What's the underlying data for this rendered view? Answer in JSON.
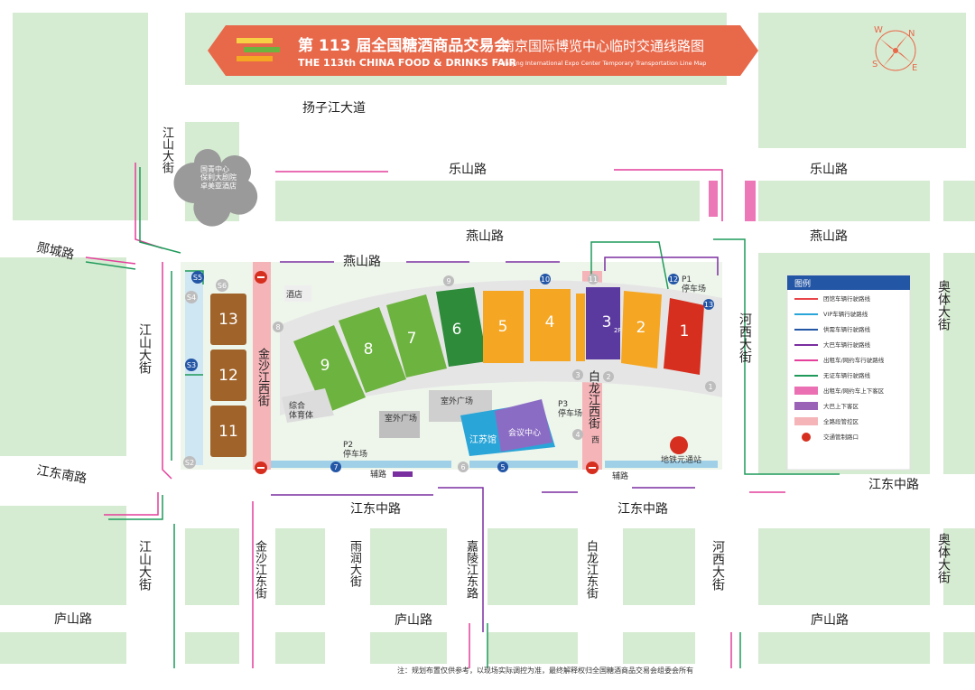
{
  "title": {
    "cn_left": "第 113 届全国糖酒商品交易会",
    "en_left": "THE 113th CHINA FOOD & DRINKS FAIR",
    "cn_right": "南京国际博览中心临时交通线路图",
    "en_right": "Nanjing International Expo Center Temporary Transportation Line Map"
  },
  "compass": {
    "n": "N",
    "s": "S",
    "e": "E",
    "w": "W"
  },
  "roads": {
    "yangzijiang": "扬子江大道",
    "leshan_left": "乐山路",
    "leshan_right": "乐山路",
    "yanshan_top": "燕山路",
    "yanshan_right": "燕山路",
    "yanshan_inner": "燕山路",
    "yicheng": "郧城路",
    "jiangshan_top": "江山大街",
    "jiangshan_mid": "江山大街",
    "jiangshan_bottom": "江山大街",
    "jiangdong_south": "江东南路",
    "jiangdong_mid1": "江东中路",
    "jiangdong_mid2": "江东中路",
    "jiangdong_right": "江东中路",
    "jinsha_west": "金沙江西街",
    "bailong_west": "白龙江西街",
    "hexi_top": "河西大街",
    "hexi_bottom": "河西大街",
    "aoti_top": "奥体大街",
    "aoti_bottom": "奥体大街",
    "jinsha_east": "金沙江东街",
    "yurun": "雨润大街",
    "jialing": "嘉陵江东路",
    "bailong_east": "白龙江东街",
    "lushan_left": "庐山路",
    "lushan_mid": "庐山路",
    "lushan_right": "庐山路",
    "fulu1": "辅路",
    "fulu2": "辅路"
  },
  "places": {
    "youth_center": "国青中心\n保利大剧院\n卓美亚酒店",
    "hotel": "酒店",
    "sports_complex": "综合\n体育体",
    "outdoor_plaza1": "室外广场",
    "outdoor_plaza2": "室外广场",
    "p1": "P1\n停车场",
    "p2": "P2\n停车场",
    "p3": "P3\n停车场",
    "jiangsu_hall": "江苏馆",
    "conference": "会议中心",
    "metro": "地铁元通站",
    "xi_label": "西"
  },
  "halls": [
    {
      "id": "9",
      "color": "#6db33f"
    },
    {
      "id": "8",
      "color": "#6db33f"
    },
    {
      "id": "7",
      "color": "#6db33f"
    },
    {
      "id": "6",
      "color": "#2e8b3a"
    },
    {
      "id": "5",
      "color": "#f5a623"
    },
    {
      "id": "4",
      "color": "#f5a623"
    },
    {
      "id": "3",
      "color": "#5b3aa0",
      "suffix": "2F"
    },
    {
      "id": "2",
      "color": "#f5a623"
    },
    {
      "id": "1",
      "color": "#d62f1f"
    },
    {
      "id": "13",
      "color": "#a0632a"
    },
    {
      "id": "12",
      "color": "#a0632a"
    },
    {
      "id": "11",
      "color": "#a0632a"
    }
  ],
  "gates_s": [
    "S2",
    "S3",
    "S4",
    "S5",
    "S6"
  ],
  "gates_num": [
    "1",
    "2",
    "3",
    "4",
    "5",
    "6",
    "7",
    "8",
    "9",
    "10",
    "11",
    "12",
    "13"
  ],
  "legend": {
    "title": "图例",
    "items": [
      {
        "label": "团馆车辆行驶路线",
        "color": "#e8454a"
      },
      {
        "label": "VIP车辆行驶路线",
        "color": "#2aa5d8"
      },
      {
        "label": "供需车辆行驶路线",
        "color": "#2456a6"
      },
      {
        "label": "大巴车辆行驶路线",
        "color": "#7a2fa0"
      },
      {
        "label": "出租车/网约车行驶路线",
        "color": "#e43f9a"
      },
      {
        "label": "无证车辆行驶路线",
        "color": "#1f9a5a"
      },
      {
        "label": "出租车/网约车上下客区",
        "color": "#e43f9a"
      },
      {
        "label": "大巴上下客区",
        "color": "#7a2fa0"
      },
      {
        "label": "全路段管控区",
        "color": "#f5b4b8"
      },
      {
        "label": "交通管制路口",
        "color": "#d62f1f"
      }
    ]
  },
  "note": "注：规划布置仅供参考，以现场实际调控为准，最终解释权归全国糖酒商品交易会组委会所有",
  "colors": {
    "block": "#d6ecd2",
    "road": "#ffffff",
    "banner": "#e8684a",
    "pink": "#f5b4b8",
    "lightblue": "#cfe6f3"
  }
}
